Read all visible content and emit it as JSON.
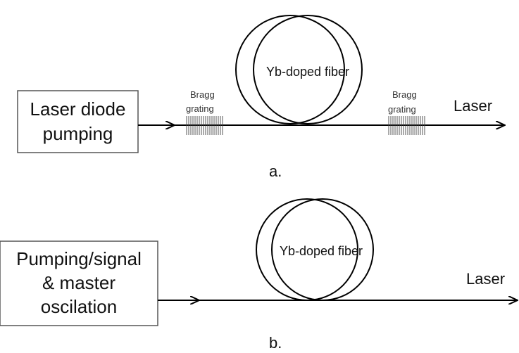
{
  "panel_a": {
    "source_line1": "Laser diode",
    "source_line2": "pumping",
    "grating_left_line1": "Bragg",
    "grating_left_line2": "grating",
    "grating_right_line1": "Bragg",
    "grating_right_line2": "grating",
    "fiber_label": "Yb-doped fiber",
    "output_label": "Laser",
    "caption": "a."
  },
  "panel_b": {
    "source_line1": "Pumping/signal",
    "source_line2": "& master",
    "source_line3": "oscilation",
    "fiber_label": "Yb-doped fiber",
    "output_label": "Laser",
    "caption": "b."
  }
}
